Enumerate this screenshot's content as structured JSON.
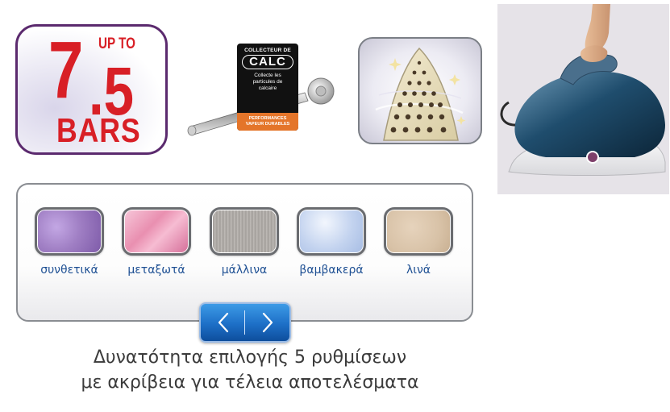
{
  "badges": {
    "pressure": {
      "big_digit": "7",
      "small_digit": ".5",
      "up_to": "UP TO",
      "unit": "BARS",
      "accent_color": "#d81f26",
      "border_color": "#5b2a6e"
    },
    "calc": {
      "title": "COLLECTEUR DE",
      "logo": "CALC",
      "description": [
        "Collecte les",
        "particules de",
        "calcaire"
      ],
      "footer": [
        "PERFORMANCES",
        "VAPEUR DURABLES"
      ],
      "footer_color": "#e4752a"
    },
    "soleplate": {
      "icon": "soleplate-icon"
    }
  },
  "fabric_selector": {
    "items": [
      {
        "label": "συνθετικά",
        "color": "#a07fc4"
      },
      {
        "label": "μεταξωτά",
        "color": "#e98fb0"
      },
      {
        "label": "μάλλινα",
        "color": "#aeaaa6"
      },
      {
        "label": "βαμβακερά",
        "color": "#c3d3ef"
      },
      {
        "label": "λινά",
        "color": "#d8c2a7"
      }
    ],
    "label_color": "#1d4f93",
    "prev_icon": "chevron-left-icon",
    "next_icon": "chevron-right-icon"
  },
  "caption": {
    "line1": "Δυνατότητα επιλογής 5 ρυθμίσεων",
    "line2": "με ακρίβεια για τέλεια αποτελέσματα"
  }
}
